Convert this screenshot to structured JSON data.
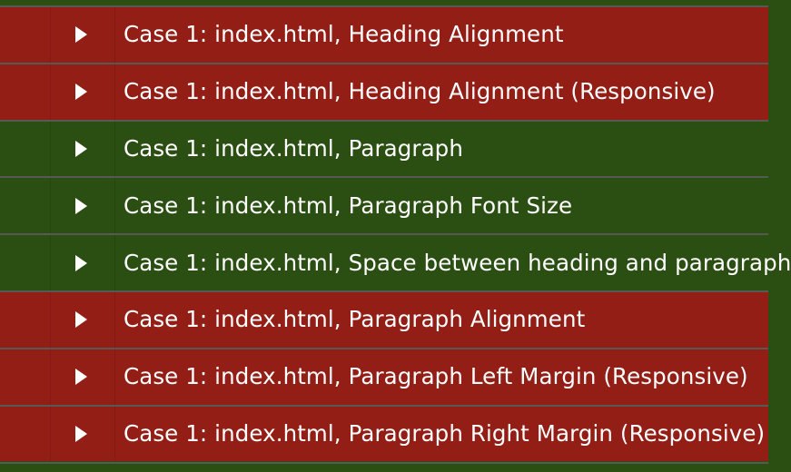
{
  "colors": {
    "fail": "#921e16",
    "pass": "#2b4f12",
    "separator": "#555a55",
    "text": "#ffffff"
  },
  "rows": [
    {
      "label": "Case 1: index.html, Heading Alignment",
      "status": "fail",
      "icon": "expand-triangle-icon"
    },
    {
      "label": "Case 1: index.html, Heading Alignment (Responsive)",
      "status": "fail",
      "icon": "expand-triangle-icon"
    },
    {
      "label": "Case 1: index.html, Paragraph",
      "status": "pass",
      "icon": "expand-triangle-icon"
    },
    {
      "label": "Case 1: index.html, Paragraph Font Size",
      "status": "pass",
      "icon": "expand-triangle-icon"
    },
    {
      "label": "Case 1: index.html, Space between heading and paragraph",
      "status": "pass",
      "icon": "expand-triangle-icon"
    },
    {
      "label": "Case 1: index.html, Paragraph Alignment",
      "status": "fail",
      "icon": "expand-triangle-icon"
    },
    {
      "label": "Case 1: index.html, Paragraph Left Margin (Responsive)",
      "status": "fail",
      "icon": "expand-triangle-icon"
    },
    {
      "label": "Case 1: index.html, Paragraph Right Margin (Responsive)",
      "status": "fail",
      "icon": "expand-triangle-icon"
    }
  ]
}
